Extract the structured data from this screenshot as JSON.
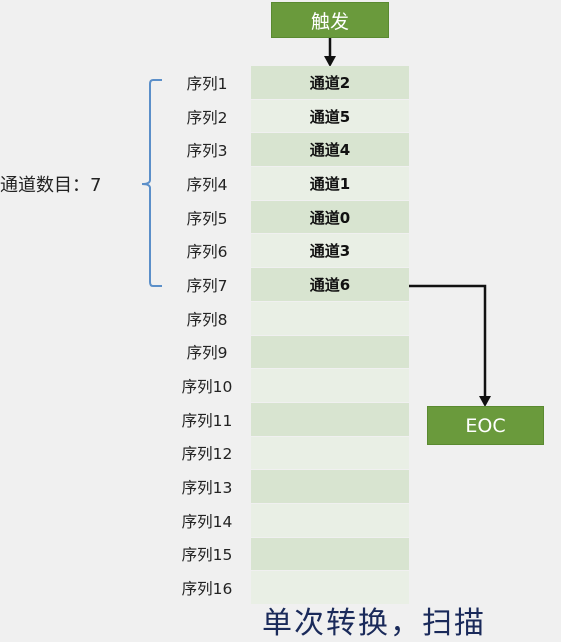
{
  "trigger_label": "触发",
  "eoc_label": "EOC",
  "channel_count_label": "通道数目：7",
  "sequences": [
    {
      "seq": "序列1",
      "channel": "通道2"
    },
    {
      "seq": "序列2",
      "channel": "通道5"
    },
    {
      "seq": "序列3",
      "channel": "通道4"
    },
    {
      "seq": "序列4",
      "channel": "通道1"
    },
    {
      "seq": "序列5",
      "channel": "通道0"
    },
    {
      "seq": "序列6",
      "channel": "通道3"
    },
    {
      "seq": "序列7",
      "channel": "通道6"
    },
    {
      "seq": "序列8",
      "channel": ""
    },
    {
      "seq": "序列9",
      "channel": ""
    },
    {
      "seq": "序列10",
      "channel": ""
    },
    {
      "seq": "序列11",
      "channel": ""
    },
    {
      "seq": "序列12",
      "channel": ""
    },
    {
      "seq": "序列13",
      "channel": ""
    },
    {
      "seq": "序列14",
      "channel": ""
    },
    {
      "seq": "序列15",
      "channel": ""
    },
    {
      "seq": "序列16",
      "channel": ""
    }
  ],
  "bottom_caption": "单次转换，扫描",
  "colors": {
    "box_green": "#6a9a3c",
    "row_dark": "#d8e4d0",
    "row_light": "#e9efe5",
    "brace": "#5b8fc9",
    "caption": "#1a2a5a"
  }
}
